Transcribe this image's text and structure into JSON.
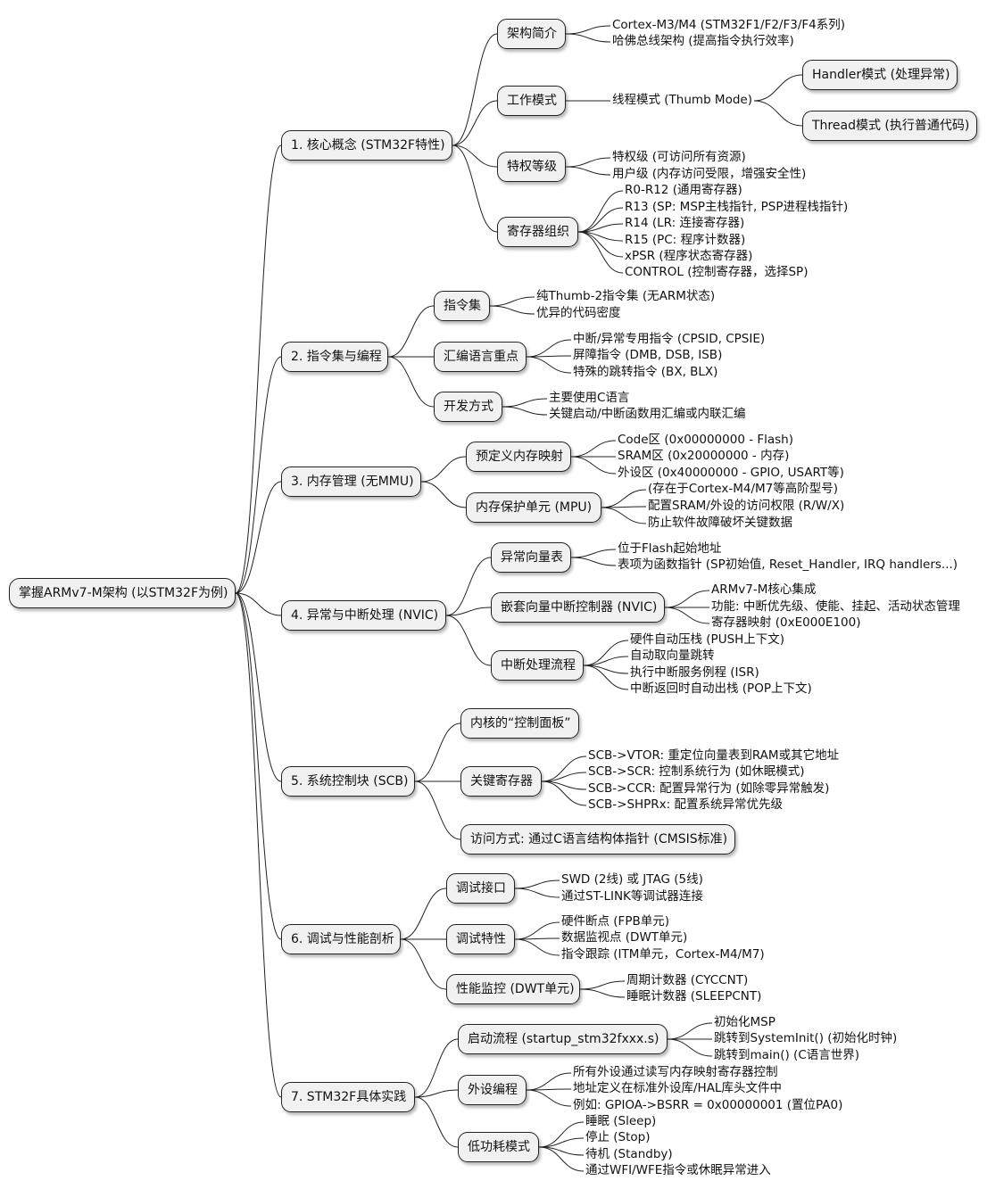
{
  "root": "掌握ARMv7-M架构 (以STM32F为例)",
  "sections": [
    {
      "label": "1. 核心概念 (STM32F特性)",
      "groups": [
        {
          "label": "架构简介",
          "items": [
            "Cortex-M3/M4 (STM32F1/F2/F3/F4系列)",
            "哈佛总线架构 (提高指令执行效率)"
          ]
        },
        {
          "label": "工作模式",
          "items": [
            "线程模式 (Thumb Mode)"
          ],
          "sub_boxes": [
            "Handler模式 (处理异常)",
            "Thread模式 (执行普通代码)"
          ]
        },
        {
          "label": "特权等级",
          "items": [
            "特权级 (可访问所有资源)",
            "用户级 (内存访问受限，增强安全性)"
          ]
        },
        {
          "label": "寄存器组织",
          "items": [
            "R0-R12 (通用寄存器)",
            "R13 (SP: MSP主栈指针, PSP进程栈指针)",
            "R14 (LR: 连接寄存器)",
            "R15 (PC: 程序计数器)",
            "xPSR (程序状态寄存器)",
            "CONTROL (控制寄存器，选择SP)"
          ]
        }
      ]
    },
    {
      "label": "2. 指令集与编程",
      "groups": [
        {
          "label": "指令集",
          "items": [
            "纯Thumb-2指令集 (无ARM状态)",
            "优异的代码密度"
          ]
        },
        {
          "label": "汇编语言重点",
          "items": [
            "中断/异常专用指令 (CPSID, CPSIE)",
            "屏障指令 (DMB, DSB, ISB)",
            "特殊的跳转指令 (BX, BLX)"
          ]
        },
        {
          "label": "开发方式",
          "items": [
            "主要使用C语言",
            "关键启动/中断函数用汇编或内联汇编"
          ]
        }
      ]
    },
    {
      "label": "3. 内存管理 (无MMU)",
      "groups": [
        {
          "label": "预定义内存映射",
          "items": [
            "Code区 (0x00000000 - Flash)",
            "SRAM区 (0x20000000 - 内存)",
            "外设区 (0x40000000 - GPIO, USART等)"
          ]
        },
        {
          "label": "内存保护单元 (MPU)",
          "items": [
            "(存在于Cortex-M4/M7等高阶型号)",
            "配置SRAM/外设的访问权限 (R/W/X)",
            "防止软件故障破坏关键数据"
          ]
        }
      ]
    },
    {
      "label": "4. 异常与中断处理 (NVIC)",
      "groups": [
        {
          "label": "异常向量表",
          "items": [
            "位于Flash起始地址",
            "表项为函数指针 (SP初始值, Reset_Handler, IRQ handlers...)"
          ]
        },
        {
          "label": "嵌套向量中断控制器 (NVIC)",
          "items": [
            "ARMv7-M核心集成",
            "功能: 中断优先级、使能、挂起、活动状态管理",
            "寄存器映射 (0xE000E100)"
          ]
        },
        {
          "label": "中断处理流程",
          "items": [
            "硬件自动压栈 (PUSH上下文)",
            "自动取向量跳转",
            "执行中断服务例程 (ISR)",
            "中断返回时自动出栈 (POP上下文)"
          ]
        }
      ]
    },
    {
      "label": "5. 系统控制块 (SCB)",
      "groups": [
        {
          "label": "内核的“控制面板”",
          "items": []
        },
        {
          "label": "关键寄存器",
          "items": [
            "SCB->VTOR: 重定位向量表到RAM或其它地址",
            "SCB->SCR: 控制系统行为 (如休眠模式)",
            "SCB->CCR: 配置异常行为 (如除零异常触发)",
            "SCB->SHPRx: 配置系统异常优先级"
          ]
        },
        {
          "label": "访问方式: 通过C语言结构体指针 (CMSIS标准)",
          "items": []
        }
      ]
    },
    {
      "label": "6. 调试与性能剖析",
      "groups": [
        {
          "label": "调试接口",
          "items": [
            "SWD (2线) 或 JTAG (5线)",
            "通过ST-LINK等调试器连接"
          ]
        },
        {
          "label": "调试特性",
          "items": [
            "硬件断点 (FPB单元)",
            "数据监视点 (DWT单元)",
            "指令跟踪 (ITM单元，Cortex-M4/M7)"
          ]
        },
        {
          "label": "性能监控 (DWT单元)",
          "items": [
            "周期计数器 (CYCCNT)",
            "睡眠计数器 (SLEEPCNT)"
          ]
        }
      ]
    },
    {
      "label": "7. STM32F具体实践",
      "groups": [
        {
          "label": "启动流程 (startup_stm32fxxx.s)",
          "items": [
            "初始化MSP",
            "跳转到SystemInit() (初始化时钟)",
            "跳转到main() (C语言世界)"
          ]
        },
        {
          "label": "外设编程",
          "items": [
            "所有外设通过读写内存映射寄存器控制",
            "地址定义在标准外设库/HAL库头文件中",
            "例如: GPIOA->BSRR = 0x00000001 (置位PA0)"
          ]
        },
        {
          "label": "低功耗模式",
          "items": [
            "睡眠 (Sleep)",
            "停止 (Stop)",
            "待机 (Standby)",
            "通过WFI/WFE指令或休眠异常进入"
          ]
        }
      ]
    }
  ]
}
